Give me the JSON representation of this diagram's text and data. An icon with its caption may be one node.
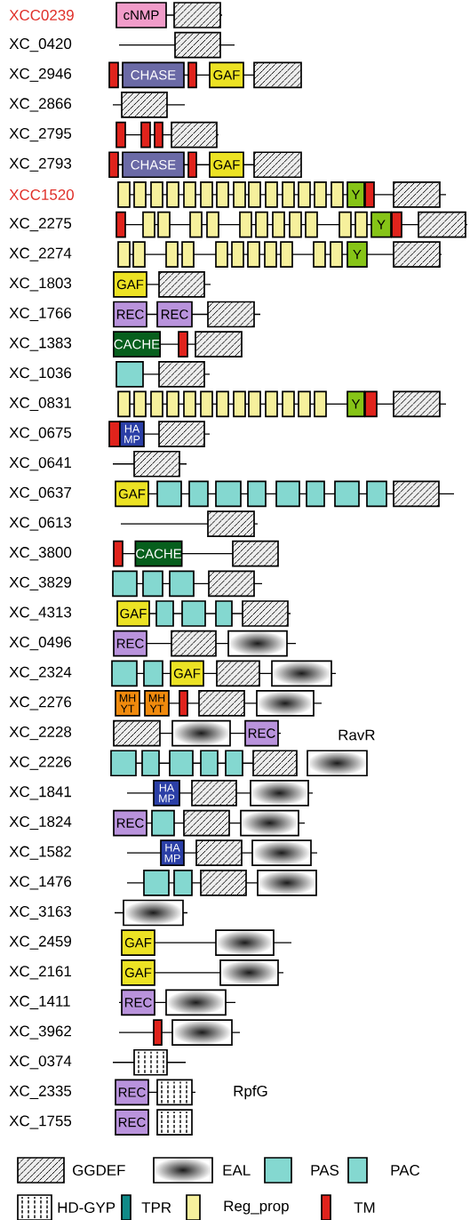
{
  "diagram": {
    "nodes": [
      {
        "text": [
          "cNMP"
        ]
      },
      {
        "text": [],
        "shape": "box"
      },
      {
        "text": [],
        "shape": "box"
      },
      {
        "text": [],
        "shape": "bar"
      },
      {
        "text": [
          "CHASE"
        ]
      },
      {
        "text": [],
        "shape": "bar"
      },
      {
        "text": [
          "GAF"
        ]
      },
      {
        "text": [],
        "shape": "box"
      },
      {
        "text": [],
        "shape": "box"
      },
      {
        "text": [],
        "shape": "bar"
      },
      {
        "text": [],
        "shape": "bar"
      },
      {
        "text": [],
        "shape": "bar"
      },
      {
        "text": [],
        "shape": "box"
      },
      {
        "text": [],
        "shape": "bar"
      },
      {
        "text": [
          "CHASE"
        ]
      },
      {
        "text": [],
        "shape": "bar"
      },
      {
        "text": [
          "GAF"
        ]
      },
      {
        "text": [],
        "shape": "box"
      },
      {
        "text": [],
        "shape": "bar"
      },
      {
        "text": [],
        "shape": "bar"
      },
      {
        "text": [],
        "shape": "bar"
      },
      {
        "text": [],
        "shape": "bar"
      },
      {
        "text": [],
        "shape": "bar"
      },
      {
        "text": [],
        "shape": "bar"
      },
      {
        "text": [],
        "shape": "bar"
      },
      {
        "text": [],
        "shape": "bar"
      },
      {
        "text": [],
        "shape": "bar"
      },
      {
        "text": [],
        "shape": "bar"
      },
      {
        "text": [],
        "shape": "bar"
      },
      {
        "text": [],
        "shape": "bar"
      },
      {
        "text": [],
        "shape": "bar"
      },
      {
        "text": [],
        "shape": "bar"
      },
      {
        "text": [
          "Y"
        ]
      },
      {
        "text": [],
        "shape": "bar"
      },
      {
        "text": [],
        "shape": "box"
      },
      {
        "text": [],
        "shape": "bar"
      },
      {
        "text": [],
        "shape": "bar"
      },
      {
        "text": [],
        "shape": "bar"
      },
      {
        "text": [],
        "shape": "bar"
      },
      {
        "text": [],
        "shape": "bar"
      },
      {
        "text": [],
        "shape": "bar"
      },
      {
        "text": [],
        "shape": "bar"
      },
      {
        "text": [],
        "shape": "bar"
      },
      {
        "text": [],
        "shape": "bar"
      },
      {
        "text": [],
        "shape": "bar"
      },
      {
        "text": [],
        "shape": "bar"
      },
      {
        "text": [],
        "shape": "bar"
      },
      {
        "text": [
          "Y"
        ]
      },
      {
        "text": [],
        "shape": "bar"
      },
      {
        "text": [],
        "shape": "box"
      },
      {
        "text": [],
        "shape": "bar"
      },
      {
        "text": [],
        "shape": "bar"
      },
      {
        "text": [],
        "shape": "bar"
      },
      {
        "text": [],
        "shape": "bar"
      },
      {
        "text": [],
        "shape": "bar"
      },
      {
        "text": [],
        "shape": "bar"
      },
      {
        "text": [],
        "shape": "bar"
      },
      {
        "text": [],
        "shape": "bar"
      },
      {
        "text": [],
        "shape": "bar"
      },
      {
        "text": [],
        "shape": "bar"
      },
      {
        "text": [],
        "shape": "bar"
      },
      {
        "text": [
          "Y"
        ]
      },
      {
        "text": [],
        "shape": "box"
      },
      {
        "text": [
          "GAF"
        ]
      },
      {
        "text": [],
        "shape": "box"
      },
      {
        "text": [
          "REC"
        ]
      },
      {
        "text": [
          "REC"
        ]
      },
      {
        "text": [],
        "shape": "box"
      },
      {
        "text": [
          "CACHE"
        ]
      },
      {
        "text": [],
        "shape": "bar"
      },
      {
        "text": [],
        "shape": "box"
      },
      {
        "text": [],
        "shape": "box"
      },
      {
        "text": [],
        "shape": "box"
      },
      {
        "text": [],
        "shape": "bar"
      },
      {
        "text": [],
        "shape": "bar"
      },
      {
        "text": [],
        "shape": "bar"
      },
      {
        "text": [],
        "shape": "bar"
      },
      {
        "text": [],
        "shape": "bar"
      },
      {
        "text": [],
        "shape": "bar"
      },
      {
        "text": [],
        "shape": "bar"
      },
      {
        "text": [],
        "shape": "bar"
      },
      {
        "text": [],
        "shape": "bar"
      },
      {
        "text": [],
        "shape": "bar"
      },
      {
        "text": [],
        "shape": "bar"
      },
      {
        "text": [],
        "shape": "bar"
      },
      {
        "text": [],
        "shape": "bar"
      },
      {
        "text": [
          "Y"
        ]
      },
      {
        "text": [],
        "shape": "bar"
      },
      {
        "text": [],
        "shape": "box"
      },
      {
        "text": [],
        "shape": "bar"
      },
      {
        "text": [
          "HA MP"
        ]
      },
      {
        "text": [],
        "shape": "box"
      },
      {
        "text": [],
        "shape": "box"
      },
      {
        "text": [
          "GAF"
        ]
      },
      {
        "text": [],
        "shape": "box"
      },
      {
        "text": [],
        "shape": "box"
      },
      {
        "text": [],
        "shape": "box"
      },
      {
        "text": [],
        "shape": "box"
      },
      {
        "text": [],
        "shape": "box"
      },
      {
        "text": [],
        "shape": "box"
      },
      {
        "text": [],
        "shape": "box"
      },
      {
        "text": [],
        "shape": "box"
      },
      {
        "text": [],
        "shape": "box"
      },
      {
        "text": [],
        "shape": "box"
      },
      {
        "text": [],
        "shape": "bar"
      },
      {
        "text": [
          "CACHE"
        ]
      },
      {
        "text": [],
        "shape": "box"
      },
      {
        "text": [],
        "shape": "box"
      },
      {
        "text": [],
        "shape": "box"
      },
      {
        "text": [],
        "shape": "box"
      },
      {
        "text": [],
        "shape": "box"
      },
      {
        "text": [
          "GAF"
        ]
      },
      {
        "text": [],
        "shape": "box"
      },
      {
        "text": [],
        "shape": "box"
      },
      {
        "text": [],
        "shape": "box"
      },
      {
        "text": [],
        "shape": "box"
      },
      {
        "text": [
          "REC"
        ]
      },
      {
        "text": [],
        "shape": "box"
      },
      {
        "text": [],
        "shape": "box"
      },
      {
        "text": [],
        "shape": "box"
      },
      {
        "text": [],
        "shape": "box"
      },
      {
        "text": [
          "GAF"
        ]
      },
      {
        "text": [],
        "shape": "box"
      },
      {
        "text": [],
        "shape": "box"
      },
      {
        "text": [
          "MH YT"
        ]
      },
      {
        "text": [
          "MH YT"
        ]
      },
      {
        "text": [],
        "shape": "bar"
      },
      {
        "text": [],
        "shape": "box"
      },
      {
        "text": [],
        "shape": "box"
      },
      {
        "text": [],
        "shape": "box"
      },
      {
        "text": [],
        "shape": "box"
      },
      {
        "text": [
          "REC"
        ]
      },
      {
        "text": [],
        "shape": "box"
      },
      {
        "text": [],
        "shape": "box"
      },
      {
        "text": [],
        "shape": "box"
      },
      {
        "text": [],
        "shape": "box"
      },
      {
        "text": [],
        "shape": "box"
      },
      {
        "text": [],
        "shape": "box"
      },
      {
        "text": [],
        "shape": "box"
      },
      {
        "text": [
          "HA MP"
        ]
      },
      {
        "text": [],
        "shape": "box"
      },
      {
        "text": [],
        "shape": "box"
      },
      {
        "text": [
          "REC"
        ]
      },
      {
        "text": [],
        "shape": "box"
      },
      {
        "text": [],
        "shape": "box"
      },
      {
        "text": [],
        "shape": "box"
      },
      {
        "text": [
          "HA MP"
        ]
      },
      {
        "text": [],
        "shape": "box"
      },
      {
        "text": [],
        "shape": "box"
      },
      {
        "text": [],
        "shape": "box"
      },
      {
        "text": [],
        "shape": "box"
      },
      {
        "text": [],
        "shape": "box"
      },
      {
        "text": [],
        "shape": "box"
      },
      {
        "text": [],
        "shape": "box"
      },
      {
        "text": [
          "GAF"
        ]
      },
      {
        "text": [],
        "shape": "box"
      },
      {
        "text": [
          "GAF"
        ]
      },
      {
        "text": [],
        "shape": "box"
      },
      {
        "text": [
          "REC"
        ]
      },
      {
        "text": [],
        "shape": "box"
      },
      {
        "text": [],
        "shape": "bar"
      },
      {
        "text": [],
        "shape": "box"
      },
      {
        "text": [],
        "shape": "box"
      },
      {
        "text": [
          "REC"
        ]
      },
      {
        "text": [],
        "shape": "box"
      },
      {
        "text": [
          "REC"
        ]
      },
      {
        "text": [],
        "shape": "box"
      }
    ],
    "labels": [
      "XCC0239",
      "XC_0420",
      "XC_2946",
      "XC_2866",
      "XC_2795",
      "XC_2793",
      "XCC1520",
      "XC_2275",
      "XC_2274",
      "XC_1803",
      "XC_1766",
      "XC_1383",
      "XC_1036",
      "XC_0831",
      "XC_0675",
      "XC_0641",
      "XC_0637",
      "XC_0613",
      "XC_3800",
      "XC_3829",
      "XC_4313",
      "XC_0496",
      "XC_2324",
      "XC_2276",
      "XC_2228",
      "RavR",
      "XC_2226",
      "XC_1841",
      "XC_1824",
      "XC_1582",
      "XC_1476",
      "XC_3163",
      "XC_2459",
      "XC_2161",
      "XC_1411",
      "XC_3962",
      "XC_0374",
      "XC_2335",
      "RpfG",
      "XC_1755"
    ],
    "legend": [
      {
        "text": "GGDEF"
      },
      {
        "text": "EAL"
      },
      {
        "text": "PAS",
        "color": "#84d8d0"
      },
      {
        "text": "PAC",
        "color": "#84d8d0"
      },
      {
        "text": "HD-GYP"
      },
      {
        "text": "TPR",
        "color": "#108a88"
      },
      {
        "text": "Reg_prop",
        "color": "#f6f09c"
      },
      {
        "text": "TM",
        "color": "#e0231c"
      }
    ]
  }
}
